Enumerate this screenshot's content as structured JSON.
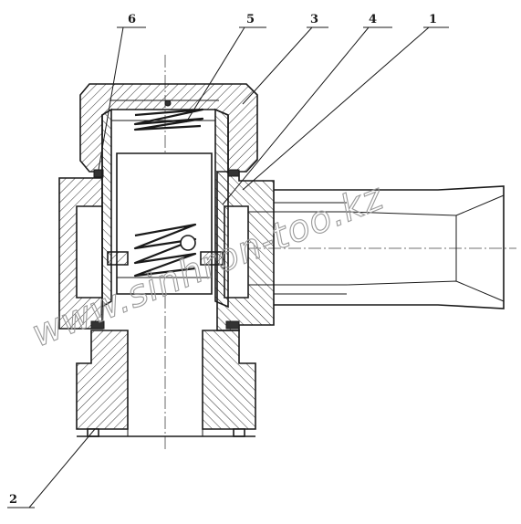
{
  "callouts": {
    "l1": "1",
    "l2": "2",
    "l3": "3",
    "l4": "4",
    "l5": "5",
    "l6": "6"
  },
  "watermark": "www.sinhron-too.kz"
}
